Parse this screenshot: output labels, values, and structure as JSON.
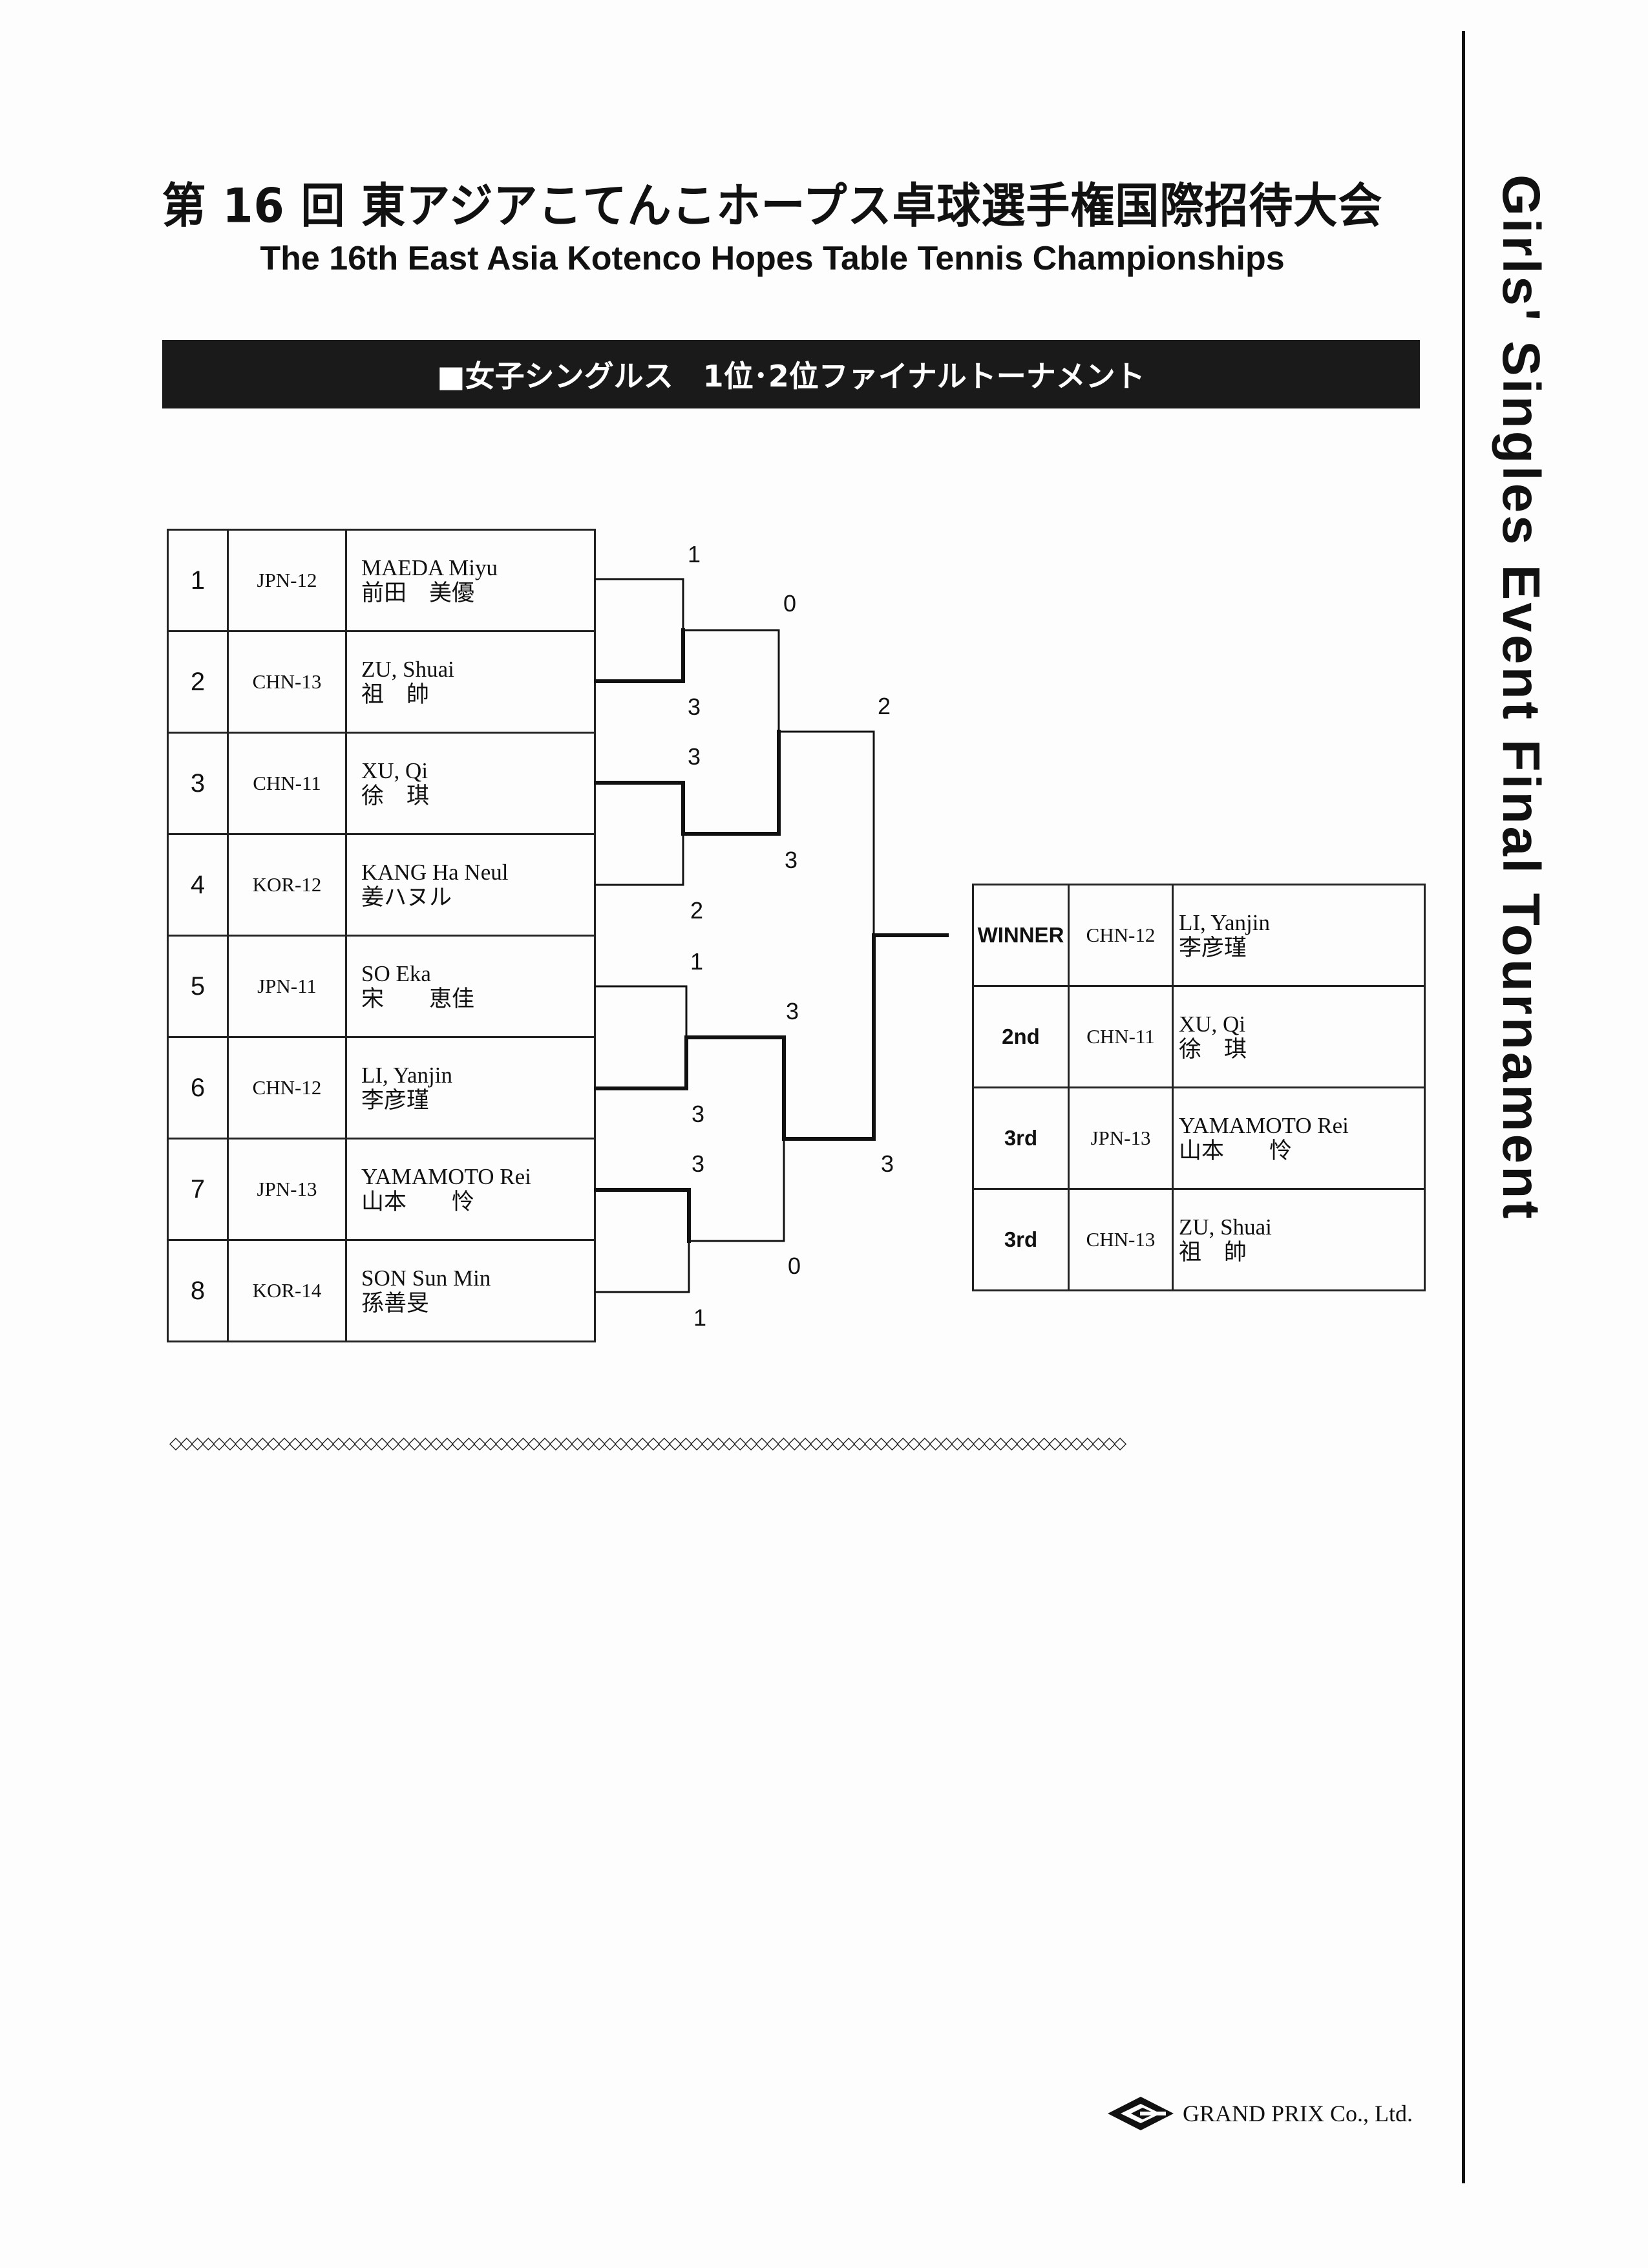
{
  "header": {
    "title_jp": "第 16 回  東アジアこてんこホープス卓球選手権国際招待大会",
    "title_en": "The 16th East Asia Kotenco Hopes Table Tennis Championships",
    "banner": "■女子シングルス　1位･2位ファイナルトーナメント"
  },
  "side_title": "Girls' Singles Event Final Tournament",
  "entries": [
    {
      "seed": "1",
      "assoc": "JPN-12",
      "name_en": "MAEDA Miyu",
      "name_jp": "前田　美優"
    },
    {
      "seed": "2",
      "assoc": "CHN-13",
      "name_en": "ZU, Shuai",
      "name_jp": "祖　帥"
    },
    {
      "seed": "3",
      "assoc": "CHN-11",
      "name_en": "XU, Qi",
      "name_jp": "徐　琪"
    },
    {
      "seed": "4",
      "assoc": "KOR-12",
      "name_en": "KANG Ha Neul",
      "name_jp": "姜ハヌル"
    },
    {
      "seed": "5",
      "assoc": "JPN-11",
      "name_en": "SO Eka",
      "name_jp": "宋　　恵佳"
    },
    {
      "seed": "6",
      "assoc": "CHN-12",
      "name_en": "LI, Yanjin",
      "name_jp": "李彦瑾"
    },
    {
      "seed": "7",
      "assoc": "JPN-13",
      "name_en": "YAMAMOTO Rei",
      "name_jp": "山本　　怜"
    },
    {
      "seed": "8",
      "assoc": "KOR-14",
      "name_en": "SON Sun Min",
      "name_jp": "孫善旻"
    }
  ],
  "scores": {
    "r1": [
      "1",
      "3",
      "3",
      "2",
      "1",
      "3",
      "3",
      "1"
    ],
    "sf": [
      "0",
      "3",
      "3",
      "0"
    ],
    "final": [
      "2",
      "3"
    ]
  },
  "results": [
    {
      "place": "WINNER",
      "assoc": "CHN-12",
      "name_en": "LI, Yanjin",
      "name_jp": "李彦瑾"
    },
    {
      "place": "2nd",
      "assoc": "CHN-11",
      "name_en": "XU, Qi",
      "name_jp": "徐　琪"
    },
    {
      "place": "3rd",
      "assoc": "JPN-13",
      "name_en": "YAMAMOTO Rei",
      "name_jp": "山本　　怜"
    },
    {
      "place": "3rd",
      "assoc": "CHN-13",
      "name_en": "ZU, Shuai",
      "name_jp": "祖　帥"
    }
  ],
  "divider": "◇◇◇◇◇◇◇◇◇◇◇◇◇◇◇◇◇◇◇◇◇◇◇◇◇◇◇◇◇◇◇◇◇◇◇◇◇◇◇◇◇◇◇◇◇◇◇◇◇◇◇◇◇◇◇◇◇◇◇◇◇◇◇◇◇◇◇◇◇◇◇◇◇◇◇◇◇◇◇◇◇◇◇◇◇◇◇◇",
  "footer": {
    "company": "GRAND PRIX  Co., Ltd."
  }
}
